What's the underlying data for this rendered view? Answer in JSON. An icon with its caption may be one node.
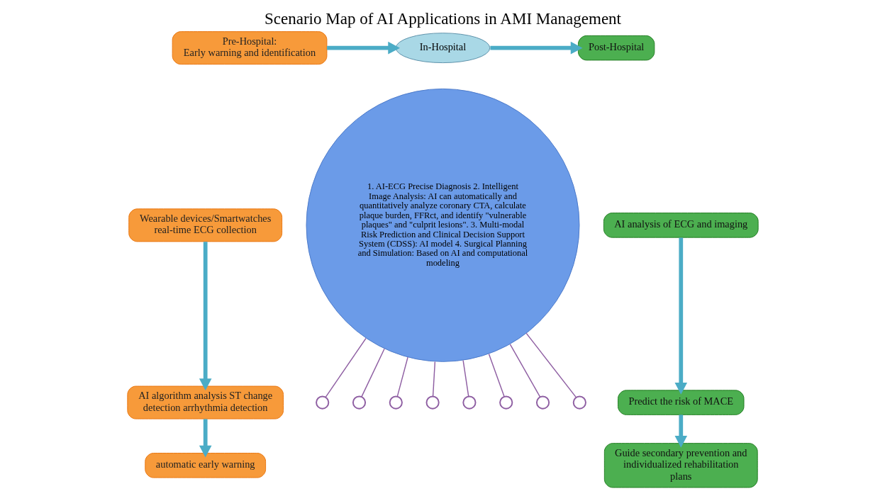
{
  "diagram": {
    "title": "Scenario Map of AI Applications in AMI Management",
    "nodes": [
      {
        "text": [
          "Pre-Hospital:",
          "Early warning and identification"
        ]
      },
      {
        "text": [
          "In-Hospital"
        ]
      },
      {
        "text": [
          "Post-Hospital"
        ]
      },
      {
        "text": [
          "Wearable devices/Smartwatches real-time ECG collection"
        ]
      },
      {
        "text": [
          "AI algorithm analysis ST change detection arrhythmia detection"
        ]
      },
      {
        "text": [
          "automatic early warning"
        ]
      },
      {
        "text": [
          "1. AI-ECG Precise Diagnosis 2. Intelligent Image Analysis: AI can automatically and quantitatively analyze coronary CTA, calculate plaque burden, FFRct, and identify \"vulnerable plaques\" and \"culprit lesions\". 3. Multi-modal Risk Prediction and Clinical Decision Support System (CDSS): AI model 4. Surgical Planning and Simulation: Based on AI and computational modeling"
        ]
      },
      {
        "text": [
          "AI analysis of ECG and imaging"
        ]
      },
      {
        "text": [
          "Predict the risk of MACE"
        ]
      },
      {
        "text": [
          "Guide secondary prevention and individualized rehabilitation plans"
        ]
      },
      {
        "text": [],
        "shape": "circle"
      },
      {
        "text": [],
        "shape": "circle"
      },
      {
        "text": [],
        "shape": "circle"
      },
      {
        "text": [],
        "shape": "circle"
      },
      {
        "text": [],
        "shape": "circle"
      },
      {
        "text": [],
        "shape": "circle"
      },
      {
        "text": [],
        "shape": "circle"
      },
      {
        "text": [],
        "shape": "circle"
      }
    ],
    "edges": [
      {
        "from": 0,
        "to": 1,
        "arrow": "to",
        "style": "thick",
        "color": "#4bacc6"
      },
      {
        "from": 1,
        "to": 2,
        "arrow": "to",
        "style": "thick",
        "color": "#4bacc6"
      },
      {
        "from": 3,
        "to": 4,
        "arrow": "to",
        "style": "thick",
        "color": "#4bacc6"
      },
      {
        "from": 4,
        "to": 5,
        "arrow": "to",
        "style": "thick",
        "color": "#4bacc6"
      },
      {
        "from": 7,
        "to": 8,
        "arrow": "to",
        "style": "thick",
        "color": "#4bacc6"
      },
      {
        "from": 8,
        "to": 9,
        "arrow": "to",
        "style": "thick",
        "color": "#4bacc6"
      },
      {
        "from": 6,
        "to": 10,
        "arrow": "none"
      },
      {
        "from": 6,
        "to": 11,
        "arrow": "none"
      },
      {
        "from": 6,
        "to": 12,
        "arrow": "none"
      },
      {
        "from": 6,
        "to": 13,
        "arrow": "none"
      },
      {
        "from": 6,
        "to": 14,
        "arrow": "none"
      },
      {
        "from": 6,
        "to": 15,
        "arrow": "none"
      },
      {
        "from": 6,
        "to": 16,
        "arrow": "none"
      },
      {
        "from": 6,
        "to": 17,
        "arrow": "none"
      }
    ]
  }
}
